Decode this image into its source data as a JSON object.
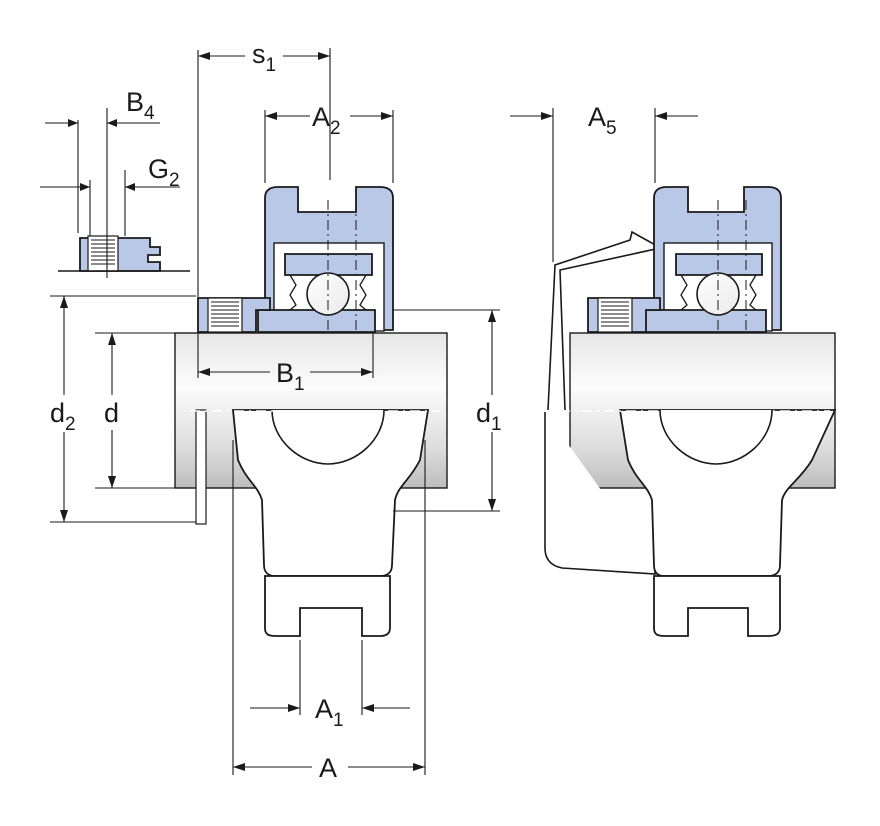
{
  "labels": {
    "s1": {
      "main": "s",
      "sub": "1"
    },
    "A2": {
      "main": "A",
      "sub": "2"
    },
    "B4": {
      "main": "B",
      "sub": "4"
    },
    "G2": {
      "main": "G",
      "sub": "2"
    },
    "A5": {
      "main": "A",
      "sub": "5"
    },
    "B1": {
      "main": "B",
      "sub": "1"
    },
    "d2": {
      "main": "d",
      "sub": "2"
    },
    "d": {
      "main": "d"
    },
    "d1": {
      "main": "d",
      "sub": "1"
    },
    "A1": {
      "main": "A",
      "sub": "1"
    },
    "A": {
      "main": "A"
    }
  },
  "colors": {
    "part_fill": "#b9c8e6",
    "line": "#1a1a1a",
    "shaft_light": "#fafafa",
    "shaft_dark": "#bdbdbd"
  }
}
